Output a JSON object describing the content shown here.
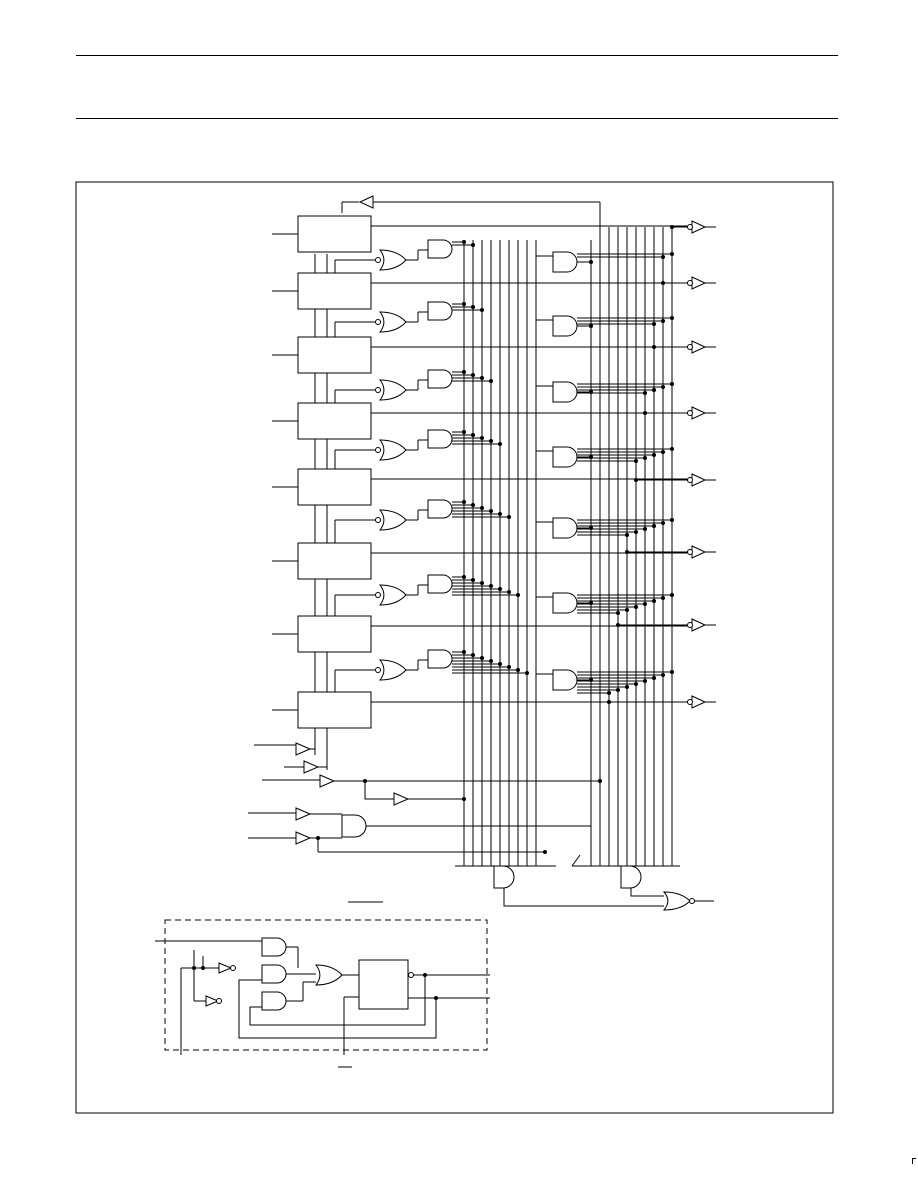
{
  "page": {
    "header_rule_top": "top-rule",
    "header_rule_bottom": "bottom-rule"
  },
  "diagram": {
    "stages": 8,
    "colors": {
      "line": "#000000",
      "background": "#ffffff"
    },
    "components": {
      "register_blocks": "flip-flop",
      "output_buffers": "triangle",
      "detail_box": "dashed"
    }
  }
}
